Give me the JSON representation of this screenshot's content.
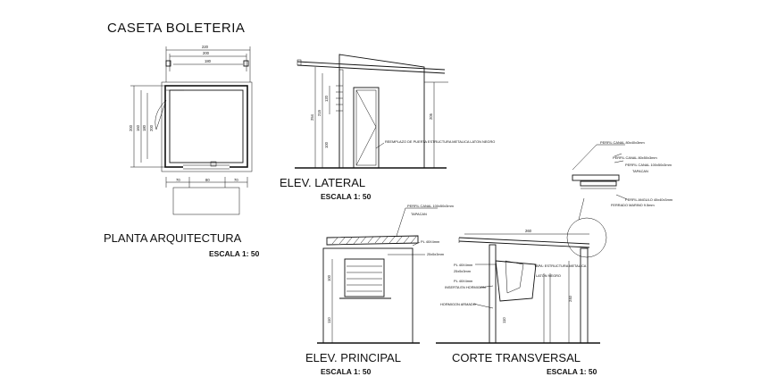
{
  "title": "CASETA BOLETERIA",
  "views": {
    "plan": {
      "label": "PLANTA ARQUITECTURA",
      "scale": "ESCALA 1: 50",
      "dims": {
        "overall": "220",
        "inner_top": "200",
        "inner_mid": "180",
        "h1": "200",
        "h2": "160",
        "h3": "180",
        "h4": "200",
        "b1": "70",
        "b2": "80",
        "b3": "70"
      }
    },
    "side": {
      "label": "ELEV. LATERAL",
      "scale": "ESCALA 1: 50",
      "dims": {
        "d1": "120",
        "d2": "215",
        "d3": "254",
        "d4": "100",
        "d5": "205"
      },
      "note": "REEMPLAZO DE PUERTA ESTRUCTURA METALICA LATON NEGRO"
    },
    "front": {
      "label": "ELEV. PRINCIPAL",
      "scale": "ESCALA 1: 50",
      "notes": {
        "n1": "PERFIL CANAL 100x50x3mm",
        "n2": "TAPACAN",
        "n3": "PL 40X4mm",
        "n4": "25x5x3mm"
      },
      "dims": {
        "d1": "100",
        "d2": "110"
      }
    },
    "section": {
      "label": "CORTE TRANSVERSAL",
      "scale": "ESCALA 1: 50",
      "dims": {
        "width": "260",
        "d1": "110",
        "d2": "240"
      },
      "notes": {
        "n1": "PL 40X4mm",
        "n2": "25x5x3mm",
        "n3": "PL 40X4mm",
        "n4": "INSERTA EN HORMIGON",
        "n5": "HORMIGON ARMADO",
        "n6": "TAPA: ESTRUCTURA METALICA",
        "n7": "LATON NEGRO"
      }
    },
    "detail": {
      "notes": {
        "n1": "PERFIL CANAL 80x40x3mm",
        "n2": "PERFIL CANAL 80x50x3mm",
        "n3": "PERFIL CANAL 100x50x3mm",
        "n4": "TAPACAN",
        "n5": "PERFIL ANGULO 40x40x3mm",
        "n6": "FERRADO MARINO 9.5mm"
      }
    }
  }
}
